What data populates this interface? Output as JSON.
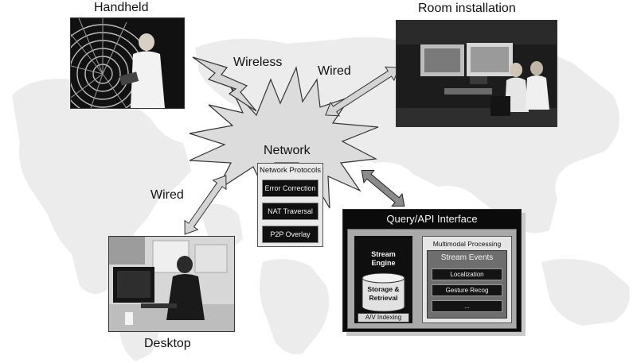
{
  "labels": {
    "handheld": "Handheld",
    "room_installation": "Room installation",
    "desktop": "Desktop",
    "wireless": "Wireless",
    "wired_top": "Wired",
    "wired_left": "Wired",
    "network": "Network"
  },
  "network_protocols": {
    "title": "Network Protocols",
    "items": [
      "Error Correction",
      "NAT Traversal",
      "P2P Overlay"
    ]
  },
  "query_api": {
    "title": "Query/API Interface",
    "stream_engine": {
      "title": "Stream\nEngine",
      "storage": "Storage &\nRetrieval",
      "indexing": "A/V Indexing"
    },
    "multimodal": {
      "title": "Multimodal Processing",
      "stream_events": {
        "title": "Stream Events",
        "items": [
          "Localization",
          "Gesture Recog",
          "..."
        ]
      }
    }
  },
  "colors": {
    "background": "#ffffff",
    "map": "#ececec",
    "starburst": "#dcdcdc",
    "arrow": "#cfcfcf",
    "dark_panel": "#0b0b0b"
  }
}
